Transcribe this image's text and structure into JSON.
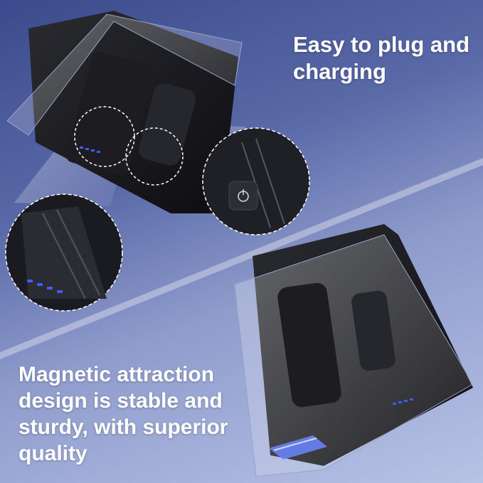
{
  "headline_top": {
    "lines": [
      "Easy to plug and",
      "charging"
    ]
  },
  "headline_bottom": {
    "lines": [
      "Magnetic attraction",
      "design is stable and",
      "sturdy, with superior",
      "quality"
    ]
  },
  "colors": {
    "bg_dark": "#3a4a8c",
    "bg_light": "#b8c2e6",
    "indicator_led": "#3f5dff",
    "text": "#ffffff"
  },
  "icons": [
    "power-button-icon",
    "led-indicator-icon",
    "magnet-connector-icon"
  ]
}
